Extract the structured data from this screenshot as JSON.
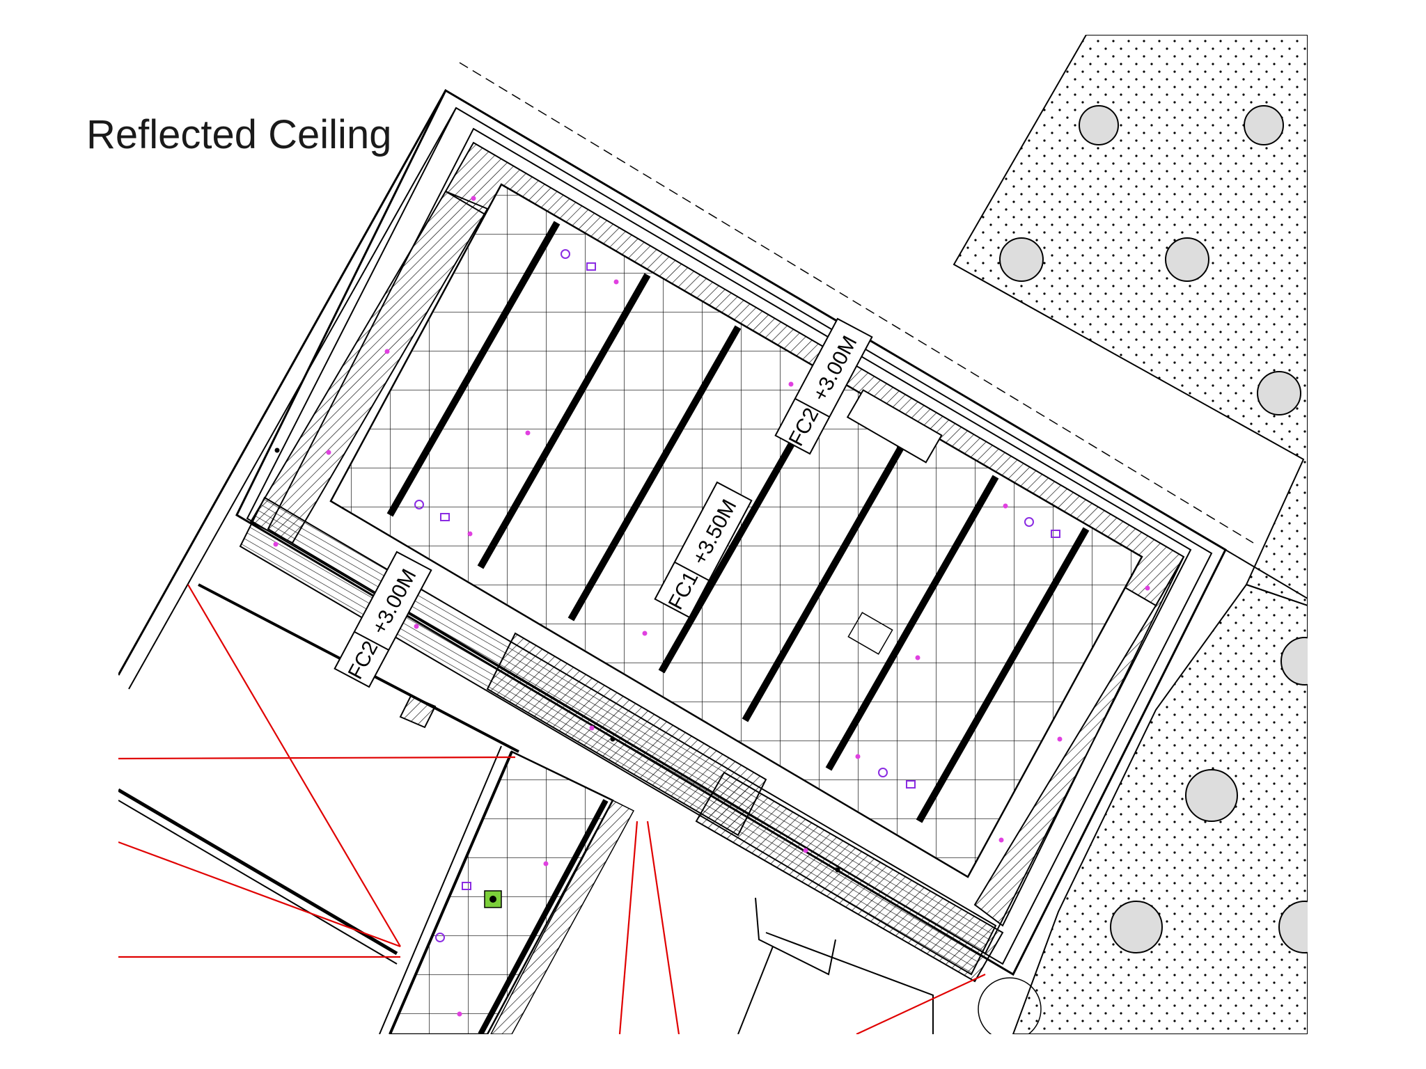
{
  "slide": {
    "title": "Reflected Ceiling"
  },
  "plan": {
    "main_ceiling": {
      "code": "FC1",
      "height": "+3.50M"
    },
    "border_ceiling_top": {
      "code": "FC2",
      "height": "+3.00M"
    },
    "border_ceiling_left": {
      "code": "FC2",
      "height": "+3.00M"
    }
  },
  "colors": {
    "linework": "#000000",
    "hatch": "#000000",
    "light_fixture": "#e040e0",
    "device_symbol": "#8a2be2",
    "sprinkler_highlight": "#7ccf3a",
    "section_lines": "#e00000",
    "planter_circle_fill": "#dddddd",
    "paving_dots": "#000000"
  },
  "icons": {
    "light_fixture": "dot-light-icon",
    "smoke_detector": "smoke-detector-icon",
    "speaker": "speaker-icon",
    "camera": "camera-icon"
  }
}
